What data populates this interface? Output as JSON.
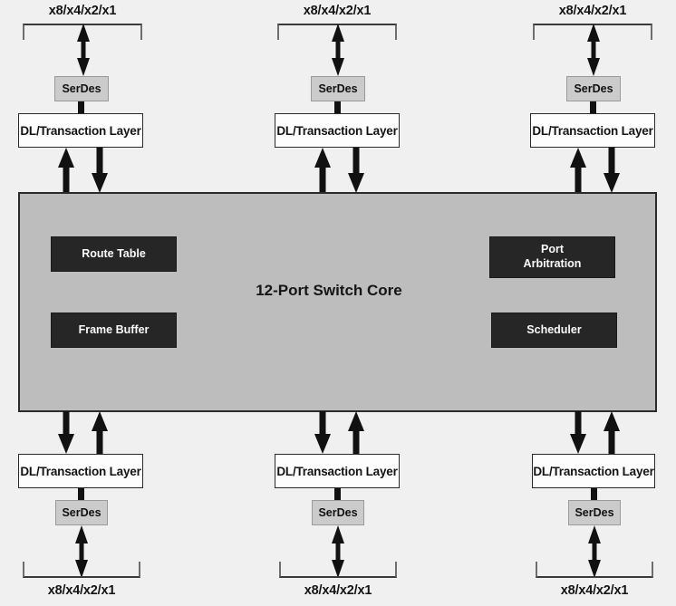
{
  "diagram": {
    "title": "12-Port Switch Core",
    "lane_label": "x8/x4/x2/x1",
    "serdes_label": "SerDes",
    "dl_label": "DL/Transaction Layer",
    "colors": {
      "background": "#f0f0f0",
      "core_fill": "#bdbdbd",
      "core_border": "#2b2b2b",
      "serdes_fill": "#cbcbcb",
      "dl_fill": "#fdfdfd",
      "block_fill": "#262626",
      "block_text": "#fafafa",
      "line": "#111111"
    },
    "core_blocks": [
      {
        "id": "route-table",
        "label": "Route Table"
      },
      {
        "id": "frame-buffer",
        "label": "Frame Buffer"
      },
      {
        "id": "port-arbitration",
        "label": "Port\nArbitration"
      },
      {
        "id": "scheduler",
        "label": "Scheduler"
      }
    ],
    "top_ports": [
      {
        "id": "top-port-1",
        "lane_label": "x8/x4/x2/x1",
        "serdes_label": "SerDes",
        "dl_label": "DL/Transaction Layer"
      },
      {
        "id": "top-port-2",
        "lane_label": "x8/x4/x2/x1",
        "serdes_label": "SerDes",
        "dl_label": "DL/Transaction Layer"
      },
      {
        "id": "top-port-3",
        "lane_label": "x8/x4/x2/x1",
        "serdes_label": "SerDes",
        "dl_label": "DL/Transaction Layer"
      }
    ],
    "bottom_ports": [
      {
        "id": "bottom-port-1",
        "lane_label": "x8/x4/x2/x1",
        "serdes_label": "SerDes",
        "dl_label": "DL/Transaction Layer"
      },
      {
        "id": "bottom-port-2",
        "lane_label": "x8/x4/x2/x1",
        "serdes_label": "SerDes",
        "dl_label": "DL/Transaction Layer"
      },
      {
        "id": "bottom-port-3",
        "lane_label": "x8/x4/x2/x1",
        "serdes_label": "SerDes",
        "dl_label": "DL/Transaction Layer"
      }
    ]
  }
}
